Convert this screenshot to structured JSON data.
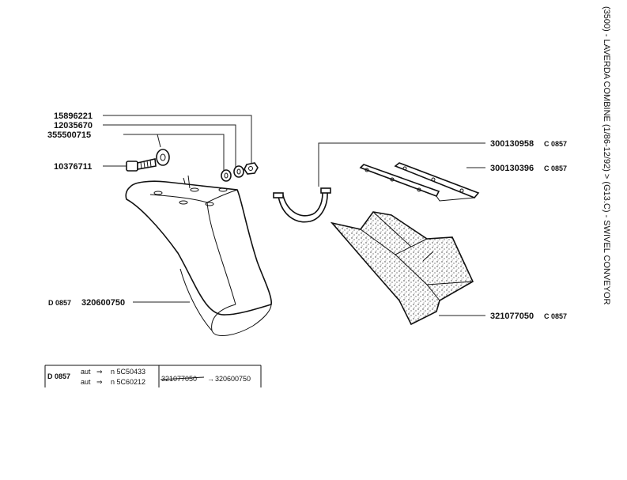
{
  "side_title": "(3500) - LAVERDA COMBINE (1/86-12/92) > (G13.C) - SWIVEL CONVEYOR",
  "labels": {
    "p15896221": "15896221",
    "p12035670": "12035670",
    "p355500715": "355500715",
    "p10376711": "10376711",
    "p300130958": "300130958",
    "c300130958": "C 0857",
    "p300130396": "300130396",
    "c300130396": "C 0857",
    "d320600750": "D 0857",
    "p320600750": "320600750",
    "p321077050": "321077050",
    "c321077050": "C 0857"
  },
  "note_box": {
    "code": "D 0857",
    "line1_prefix": "aut",
    "line1_serial": "n 5C50433",
    "line2_prefix": "aut",
    "line2_serial": "n 5C60212",
    "old_part": "321077050",
    "new_part": "320600750"
  }
}
